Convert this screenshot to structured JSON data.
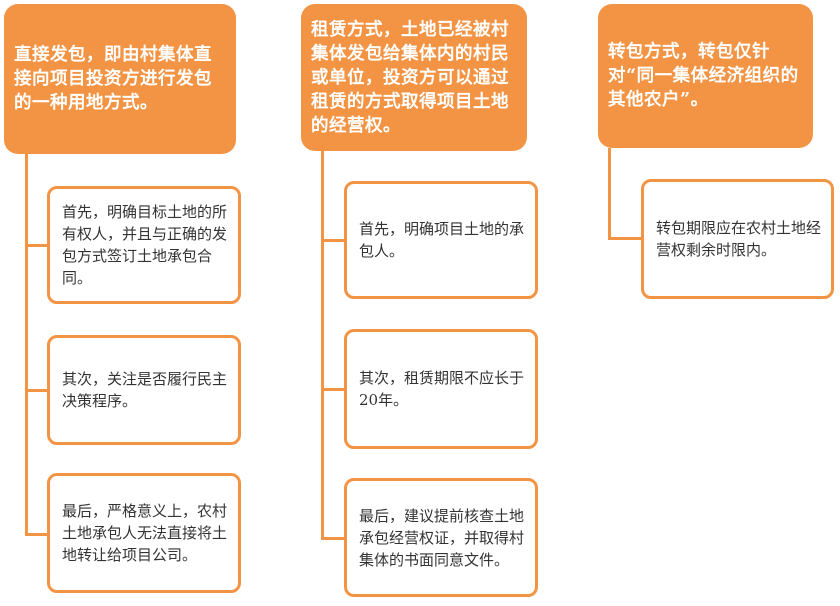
{
  "columns": [
    {
      "header": "直接发包，即由村集体直接向项目投资方进行发包的一种用地方式。",
      "steps": [
        "首先，明确目标土地的所有权人，并且与正确的发包方式签订土地承包合同。",
        "其次，关注是否履行民主决策程序。",
        "最后，严格意义上，农村土地承包人无法直接将土地转让给项目公司。"
      ]
    },
    {
      "header": "租赁方式，土地已经被村集体发包给集体内的村民或单位，投资方可以通过租赁的方式取得项目土地的经营权。",
      "steps": [
        "首先，明确项目土地的承包人。",
        "其次，租赁期限不应长于20年。",
        "最后，建议提前核查土地承包经营权证，并取得村集体的书面同意文件。"
      ]
    },
    {
      "header": "转包方式，转包仅针对“同一集体经济组织的其他农户”。",
      "steps": [
        "转包期限应在农村土地经营权剩余时限内。"
      ]
    }
  ],
  "colors": {
    "accent": "#F39445"
  }
}
